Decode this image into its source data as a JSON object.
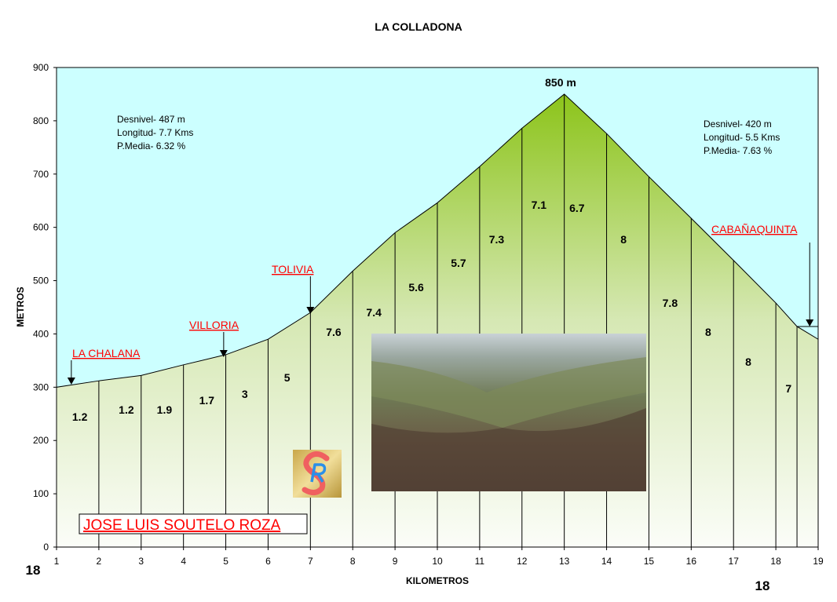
{
  "chart_data": {
    "type": "area",
    "title": "LA COLLADONA",
    "xlabel": "KILOMETROS",
    "ylabel": "METROS",
    "xlim": [
      1,
      19
    ],
    "ylim": [
      0,
      900
    ],
    "x_ticks": [
      "1",
      "2",
      "3",
      "4",
      "5",
      "6",
      "7",
      "8",
      "9",
      "10",
      "11",
      "12",
      "13",
      "14",
      "15",
      "16",
      "17",
      "18",
      "19"
    ],
    "y_ticks": [
      "0",
      "100",
      "200",
      "300",
      "400",
      "500",
      "600",
      "700",
      "800",
      "900"
    ],
    "profile": {
      "x": [
        1,
        2,
        3,
        4,
        5,
        6,
        7,
        8,
        9,
        10,
        11,
        12,
        13,
        14,
        15,
        16,
        17,
        18,
        18.5,
        19
      ],
      "y": [
        300,
        312,
        322,
        342,
        361,
        390,
        440,
        518,
        590,
        646,
        714,
        786,
        850,
        776,
        695,
        617,
        538,
        458,
        414,
        390
      ]
    },
    "slopes": [
      "1.2",
      "1.2",
      "1.9",
      "1.7",
      "3",
      "5",
      "7.6",
      "7.4",
      "5.6",
      "5.7",
      "7.3",
      "7.1",
      "6.7",
      "8",
      "7.8",
      "8",
      "8",
      "7"
    ],
    "summit_label": "850 m",
    "climb_left": [
      "Desnivel- 487 m",
      "Longitud- 7.7 Kms",
      "P.Media- 6.32 %"
    ],
    "climb_right": [
      "Desnivel- 420 m",
      "Longitud- 5.5 Kms",
      "P.Media- 7.63 %"
    ],
    "places": [
      {
        "name": "LA CHALANA",
        "km": 1.35
      },
      {
        "name": "VILLORIA",
        "km": 4.95
      },
      {
        "name": "TOLIVIA",
        "km": 7
      },
      {
        "name": "CABAÑAQUINTA",
        "km": 18.8
      }
    ],
    "author": "JOSE LUIS SOUTELO ROZA",
    "logo_text": "SR",
    "corner_left": "18",
    "corner_right": "18",
    "colors": {
      "sky": "#ccffff",
      "green_top": "#8cc41a",
      "green_bottom": "#fbfdf8",
      "place": "#ff0000"
    }
  }
}
